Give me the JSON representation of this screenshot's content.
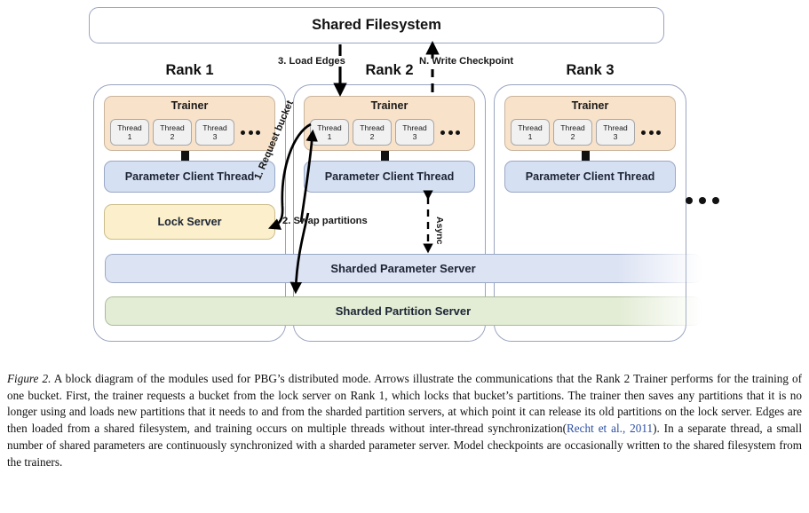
{
  "figure": {
    "shared_filesystem": {
      "label": "Shared Filesystem"
    },
    "ranks": [
      {
        "label": "Rank 1",
        "trainer": {
          "title": "Trainer",
          "threads": [
            {
              "line1": "Thread",
              "line2": "1"
            },
            {
              "line1": "Thread",
              "line2": "2"
            },
            {
              "line1": "Thread",
              "line2": "3"
            }
          ],
          "more": "ellipsis-dots"
        },
        "parameter_client_thread": "Parameter Client Thread",
        "lock_server": "Lock Server"
      },
      {
        "label": "Rank 2",
        "trainer": {
          "title": "Trainer",
          "threads": [
            {
              "line1": "Thread",
              "line2": "1"
            },
            {
              "line1": "Thread",
              "line2": "2"
            },
            {
              "line1": "Thread",
              "line2": "3"
            }
          ],
          "more": "ellipsis-dots"
        },
        "parameter_client_thread": "Parameter Client Thread",
        "lock_server": null
      },
      {
        "label": "Rank 3",
        "trainer": {
          "title": "Trainer",
          "threads": [
            {
              "line1": "Thread",
              "line2": "1"
            },
            {
              "line1": "Thread",
              "line2": "2"
            },
            {
              "line1": "Thread",
              "line2": "3"
            }
          ],
          "more": "ellipsis-dots"
        },
        "parameter_client_thread": "Parameter Client Thread",
        "lock_server": null
      }
    ],
    "sharded_parameter_server": {
      "label": "Sharded Parameter Server"
    },
    "sharded_partition_server": {
      "label": "Sharded Partition Server"
    },
    "more_ranks_indicator": "ellipsis-dots",
    "annotations": [
      {
        "id": "load-edges",
        "label": "3. Load Edges"
      },
      {
        "id": "write-checkpoint",
        "label": "N. Write Checkpoint"
      },
      {
        "id": "request-bucket",
        "label": "1. Request bucket"
      },
      {
        "id": "swap-partitions",
        "label": "2. Swap partitions"
      },
      {
        "id": "async",
        "label": "Async"
      }
    ],
    "colors": {
      "trainer_fill": "#f8e2ca",
      "parameter_client_fill": "#d5e0f2",
      "lock_server_fill": "#fbf0cb",
      "sharded_parameter_fill": "#dce3f3",
      "sharded_partition_fill": "#e3ecd5",
      "container_stroke": "#9aa4c0",
      "arrow_stroke": "#000000",
      "citation_link": "#2b4ea2"
    }
  },
  "caption": {
    "figure_number": "Figure 2.",
    "text_part1": " A block diagram of the modules used for PBG’s distributed mode. Arrows illustrate the communications that the Rank 2 Trainer performs for the training of one bucket. First, the trainer requests a bucket from the lock server on Rank 1, which locks that bucket’s partitions. The trainer then saves any partitions that it is no longer using and loads new partitions that it needs to and from the sharded partition servers, at which point it can release its old partitions on the lock server. Edges are then loaded from a shared filesystem, and training occurs on multiple threads without inter-thread synchronization(",
    "citation": "Recht et al., 2011",
    "text_part2": "). In a separate thread, a small number of shared parameters are continuously synchronized with a sharded parameter server. Model checkpoints are occasionally written to the shared filesystem from the trainers."
  }
}
